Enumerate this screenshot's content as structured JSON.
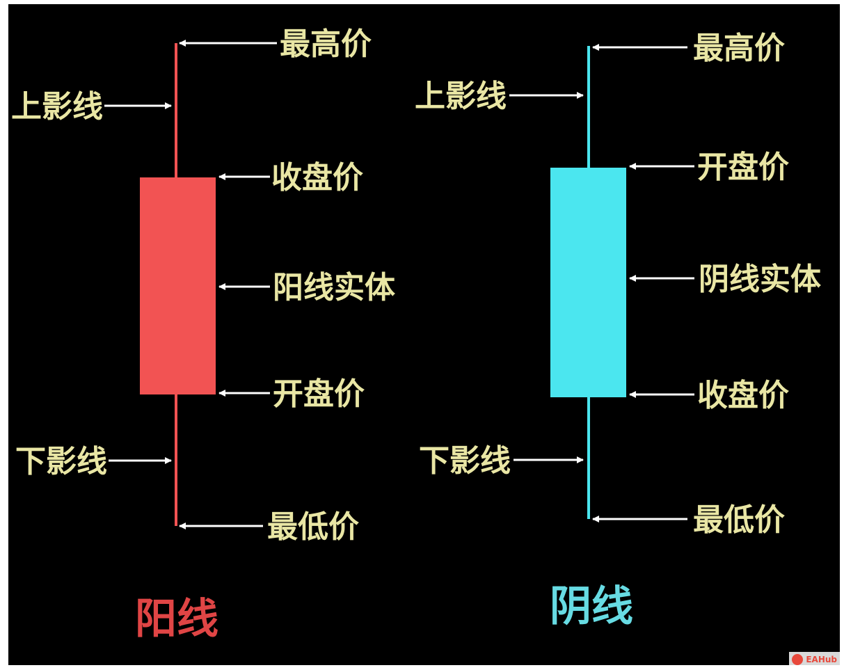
{
  "colors": {
    "background": "#000000",
    "label": "#e9e6a4",
    "arrow": "#ffffff",
    "bullish": "#f25353",
    "bearish": "#4be6ef"
  },
  "bullish": {
    "title": "阳线",
    "labels": {
      "high": "最高价",
      "upper_shadow": "上影线",
      "close": "收盘价",
      "body": "阳线实体",
      "open": "开盘价",
      "lower_shadow": "下影线",
      "low": "最低价"
    }
  },
  "bearish": {
    "title": "阴线",
    "labels": {
      "high": "最高价",
      "upper_shadow": "上影线",
      "open": "开盘价",
      "body": "阴线实体",
      "close": "收盘价",
      "lower_shadow": "下影线",
      "low": "最低价"
    }
  },
  "watermark": {
    "text": "EAHub",
    "icon": "eahub-logo-icon"
  }
}
